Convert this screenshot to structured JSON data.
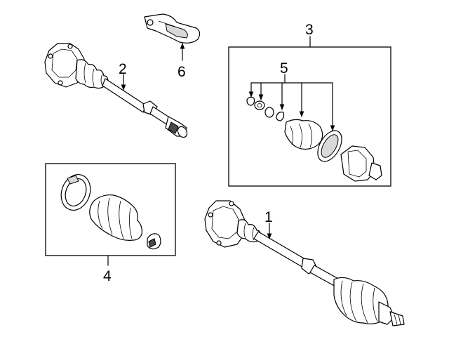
{
  "diagram": {
    "callouts": [
      {
        "id": "1",
        "label": "1"
      },
      {
        "id": "2",
        "label": "2"
      },
      {
        "id": "3",
        "label": "3"
      },
      {
        "id": "4",
        "label": "4"
      },
      {
        "id": "5",
        "label": "5"
      },
      {
        "id": "6",
        "label": "6"
      }
    ],
    "colors": {
      "line": "#000000",
      "background": "#ffffff",
      "shade": "#d9d9d9"
    }
  }
}
